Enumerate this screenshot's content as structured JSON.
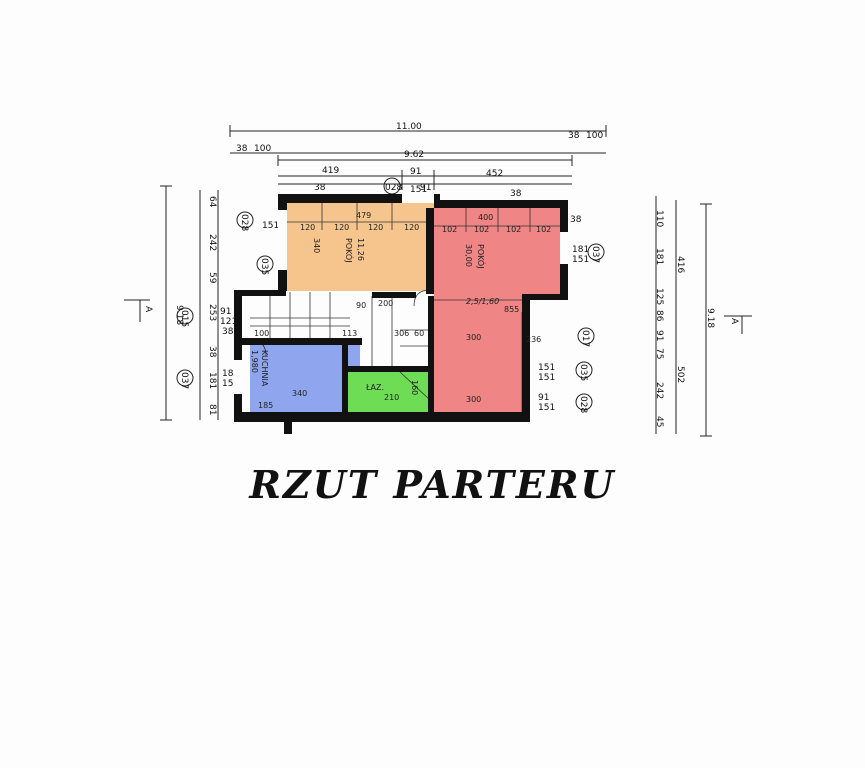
{
  "title": "RZUT PARTERU",
  "colors": {
    "room_orange": "#f6c58e",
    "room_red": "#ef8585",
    "room_blue": "#8fa6ee",
    "room_green": "#6fdc55",
    "wall": "#111111",
    "ink": "#222222"
  },
  "dims_top": {
    "total": "11.00",
    "right_a": "38",
    "right_b": "100",
    "left_a": "38",
    "left_b": "100",
    "inner": "9.62",
    "seg_1": "419",
    "seg_2": "91",
    "seg_3": "452",
    "wall_1": "38",
    "window_tag": "028",
    "window_w": "91",
    "wall_2": "38",
    "win_h": "151"
  },
  "dims_left": {
    "total": "9.18",
    "a": "64",
    "b": "242",
    "c": "59",
    "d": "253",
    "e": "38",
    "f": "181",
    "g": "81",
    "w1": "91",
    "w2": "121",
    "tag_1": "028",
    "tag_2": "035",
    "tag_3": "015",
    "tag_4": "037",
    "s1": "151",
    "s2": "181",
    "s3": "151",
    "s4": "38"
  },
  "dims_right": {
    "total": "9.18",
    "a": "110",
    "b": "181",
    "c": "125",
    "d": "86",
    "e": "91",
    "f": "75",
    "g": "242",
    "h": "45",
    "sub_1": "416",
    "sub_2": "502",
    "tag_1": "037",
    "tag_2": "017",
    "tag_3": "035",
    "tag_4": "028",
    "w1": "181",
    "w2": "151",
    "w3": "151",
    "w4": "151",
    "w5": "91",
    "w6": "151",
    "w7": "38"
  },
  "section_marks": {
    "left": "A",
    "right": "A"
  },
  "rooms": {
    "orange": {
      "name": "POKÓJ",
      "area": "11,26",
      "w": "479",
      "h": "340",
      "cells": [
        "120",
        "120",
        "120",
        "120"
      ]
    },
    "red": {
      "name": "POKÓJ",
      "area": "30,00",
      "w": "400",
      "cells": [
        "102",
        "102",
        "102",
        "102"
      ],
      "h1": "300",
      "h2": "300",
      "side": "855",
      "dia": "2,5/1,60"
    },
    "blue": {
      "name": "KUCHNIA",
      "area": "1,980",
      "w": "340",
      "b": "185"
    },
    "green": {
      "name": "ŁAZ.",
      "w": "210",
      "h": "160"
    },
    "center": {
      "a": "200",
      "b": "90",
      "c": "306",
      "d": "60",
      "e": "113",
      "f": "100",
      "g": "236"
    }
  }
}
